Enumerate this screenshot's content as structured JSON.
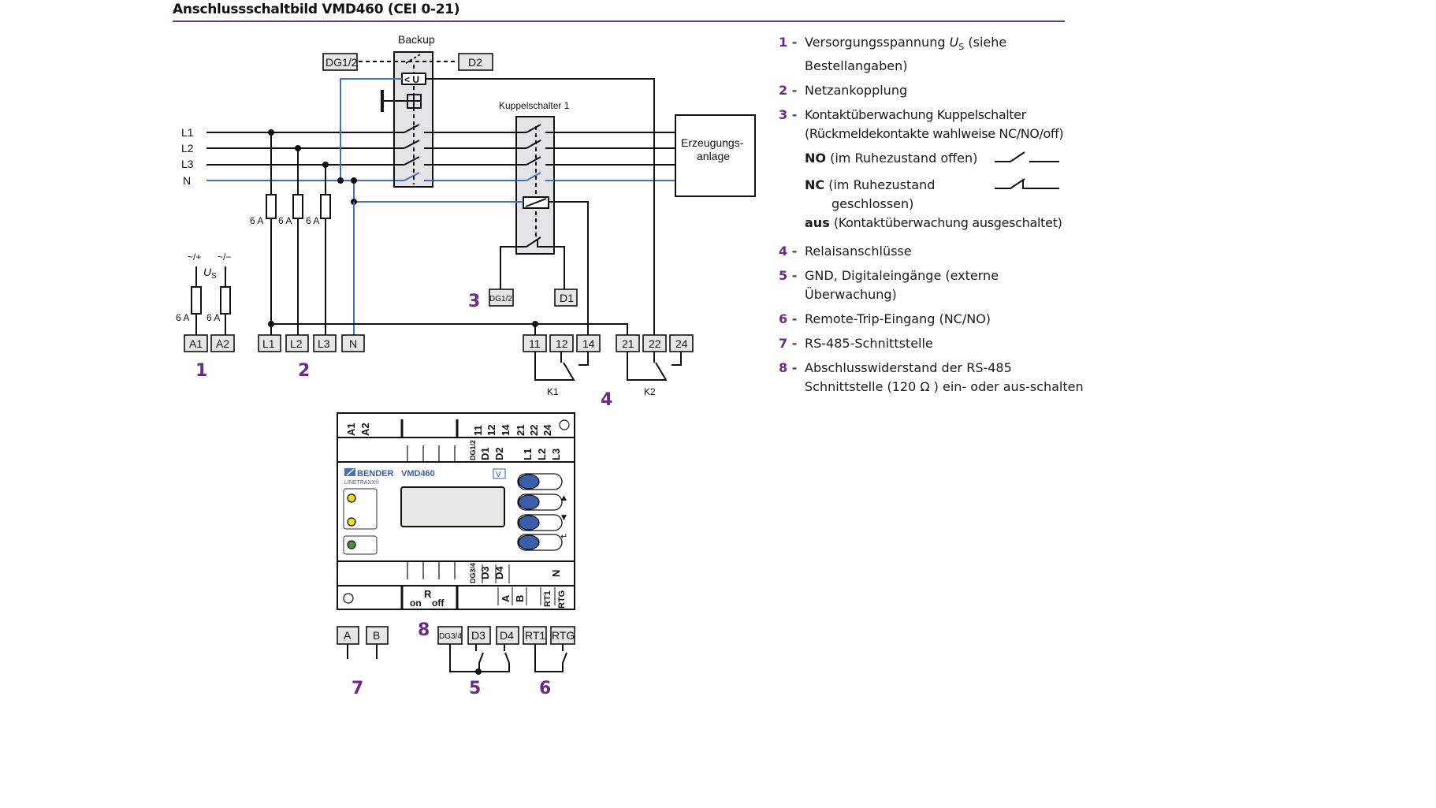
{
  "title": "Anschlussschaltbild VMD460 (CEI 0-21)",
  "colors": {
    "accent": "#6b2a88",
    "neutral_wire": "#4a6fb0",
    "relay_fill": "#e4e4e8",
    "terminal_fill": "#e6e6e6",
    "led_yellow": "#f0dc2a",
    "led_green": "#4a8f3c",
    "button_blue": "#3a5ea8"
  },
  "diagram": {
    "bus_labels": [
      "L1",
      "L2",
      "L3",
      "N"
    ],
    "backup_label": "Backup",
    "undervoltage_label": "< U",
    "coupling_switch_label": "Kuppelschalter 1",
    "generator_label_line1": "Erzeugungs-",
    "generator_label_line2": "anlage",
    "fuse_ratings": [
      "6 A",
      "6 A",
      "6 A",
      "6 A",
      "6 A"
    ],
    "supply_plus": "~/+",
    "supply_minus": "~/−",
    "supply_symbol": "U",
    "supply_symbol_sub": "S",
    "top_terminals": {
      "dg": "DG1/2",
      "d2": "D2"
    },
    "feedback_terminals": {
      "dg": "DG1/2",
      "d1": "D1"
    },
    "supply_terminals": [
      "A1",
      "A2"
    ],
    "mains_terminals": [
      "L1",
      "L2",
      "L3",
      "N"
    ],
    "relay_terminals": [
      "11",
      "12",
      "14",
      "21",
      "22",
      "24"
    ],
    "relay_names": [
      "K1",
      "K2"
    ],
    "rs485_terminals": [
      "A",
      "B"
    ],
    "digital_terminals": [
      "DG3/4",
      "D3",
      "D4"
    ],
    "remote_trip_terminals": [
      "RT1",
      "RTG"
    ],
    "callouts": [
      "1",
      "2",
      "3",
      "4",
      "5",
      "6",
      "7",
      "8"
    ]
  },
  "device": {
    "brand": "BENDER",
    "series": "LINETRAXX®",
    "model": "VMD460",
    "badge": "V",
    "top_row1": [
      "A1",
      "A2",
      "11",
      "12",
      "14",
      "21",
      "22",
      "24"
    ],
    "top_row2": [
      "DG1/2",
      "D1",
      "D2",
      "L1",
      "L2",
      "L3"
    ],
    "bottom_row1": [
      "DG3/4",
      "D3",
      "D4",
      "N"
    ],
    "bottom_row2": [
      "A",
      "B",
      "RT1",
      "RTG"
    ],
    "switch_label": "R",
    "switch_on": "on",
    "switch_off": "off",
    "button_arrows": [
      "",
      "▲",
      "▼",
      "↵"
    ]
  },
  "legend": {
    "items": [
      {
        "num": "1",
        "text_a": "Versorgungsspannung ",
        "text_sym": "U",
        "text_sub": "S",
        "text_b": " (siehe Bestellangaben)"
      },
      {
        "num": "2",
        "text": "Netzankopplung"
      },
      {
        "num": "3",
        "text": "Kontaktüberwachung Kuppelschalter (Rückmeldekontakte wahlweise NC/NO/off)"
      },
      {
        "num": "4",
        "text": "Relaisanschlüsse"
      },
      {
        "num": "5",
        "text": "GND, Digitaleingänge (externe Überwachung)"
      },
      {
        "num": "6",
        "text": "Remote-Trip-Eingang (NC/NO)"
      },
      {
        "num": "7",
        "text": "RS-485-Schnittstelle"
      },
      {
        "num": "8",
        "text": "Abschlusswiderstand der RS-485 Schnittstelle (120 Ω ) ein- oder aus-schalten"
      }
    ],
    "sub": {
      "no_key": "NO",
      "no_text": "(im Ruhezustand offen)",
      "nc_key": "NC",
      "nc_text_1": "(im Ruhezustand",
      "nc_text_2": "geschlossen)",
      "aus_key": "aus",
      "aus_text": "(Kontaktüberwachung ausgeschaltet)"
    },
    "separator": "-"
  }
}
